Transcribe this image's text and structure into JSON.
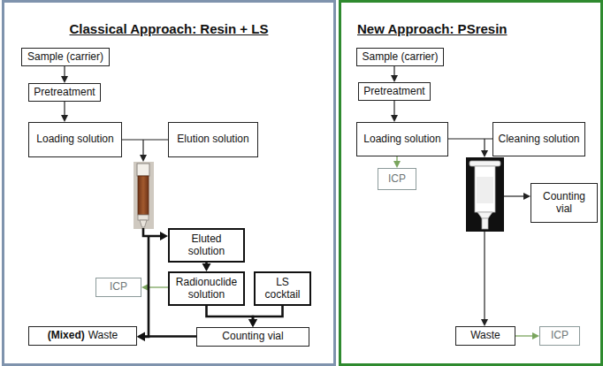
{
  "diagram": {
    "nodes": [
      {
        "text": [
          "Classical Approach: Resin + LS"
        ]
      },
      {
        "text": [
          "Sample (carrier)"
        ],
        "in": 0
      },
      {
        "text": [
          "Pretreatment"
        ],
        "in": 0
      },
      {
        "text": [
          "Loading solution"
        ],
        "in": 0
      },
      {
        "text": [
          "Elution solution"
        ],
        "in": 0
      },
      {
        "text": [
          "Eluted solution"
        ],
        "in": 0
      },
      {
        "text": [
          "ICP"
        ],
        "in": 0
      },
      {
        "text": [
          "Radionuclide solution"
        ],
        "in": 0
      },
      {
        "text": [
          "LS cocktail"
        ],
        "in": 0
      },
      {
        "text": [
          "(Mixed)",
          "Waste"
        ],
        "in": 0
      },
      {
        "text": [
          "Counting vial"
        ],
        "in": 0
      },
      {
        "text": [
          "New Approach: PSresin"
        ]
      },
      {
        "text": [
          "Sample (carrier)"
        ],
        "in": 11
      },
      {
        "text": [
          "Pretreatment"
        ],
        "in": 11
      },
      {
        "text": [
          "Loading solution"
        ],
        "in": 11
      },
      {
        "text": [
          "Cleaning solution"
        ],
        "in": 11
      },
      {
        "text": [
          "ICP"
        ],
        "in": 11
      },
      {
        "text": [
          "Counting vial"
        ],
        "in": 11
      },
      {
        "text": [
          "Waste"
        ],
        "in": 11
      },
      {
        "text": [
          "ICP"
        ],
        "in": 11
      }
    ],
    "edges": [
      {
        "from": 1,
        "to": 2,
        "arrow": "to"
      },
      {
        "from": 2,
        "to": 3,
        "arrow": "to"
      },
      {
        "from": 5,
        "to": 7,
        "arrow": "to"
      },
      {
        "from": 7,
        "to": 6,
        "arrow": "to"
      },
      {
        "from": 7,
        "to": 10,
        "arrow": "to"
      },
      {
        "from": 8,
        "to": 10,
        "arrow": "to"
      },
      {
        "from": 10,
        "to": 9,
        "arrow": "to"
      },
      {
        "from": 12,
        "to": 13,
        "arrow": "to"
      },
      {
        "from": 13,
        "to": 14,
        "arrow": "to"
      },
      {
        "from": 14,
        "to": 16,
        "arrow": "to"
      },
      {
        "from": 18,
        "to": 19,
        "arrow": "to"
      }
    ]
  }
}
